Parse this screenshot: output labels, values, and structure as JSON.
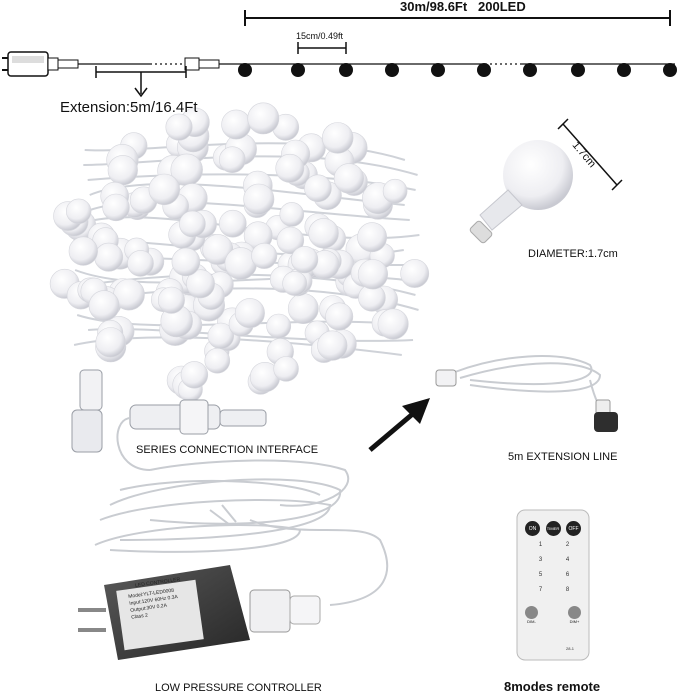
{
  "dimensions": {
    "total_length": "30m/98.6Ft",
    "led_count": "200LED",
    "spacing": "15cm/0.49ft",
    "extension": "Extension:5m/16.4Ft",
    "bulb_size": "1.7cm"
  },
  "captions": {
    "diameter": "DIAMETER:1.7cm",
    "series_connection": "SERIES CONNECTION INTERFACE",
    "extension_line": "5m EXTENSION LINE",
    "controller": "LOW PRESSURE CONTROLLER",
    "remote": "8modes remote"
  },
  "remote": {
    "top_buttons": [
      "ON",
      "TIMER",
      "OFF"
    ],
    "mode_buttons": [
      "1",
      "2",
      "3",
      "4",
      "5",
      "6",
      "7",
      "8"
    ],
    "dim_minus": "DIM-",
    "dim_plus": "DIM+",
    "model": "28-1"
  },
  "controller_label": {
    "brand": "LED CONTROLLER",
    "lines": [
      "Model:YLT-LED0008",
      "Input:120V 60Hz 0.3A",
      "Output:30V 0.2A",
      "Class 2"
    ]
  },
  "colors": {
    "line": "#111111",
    "bulb_dark": "#111111",
    "bulb_white": "#f4f4f6",
    "wire": "#c9ccd1",
    "controller": "#3a3a3a",
    "remote_body": "#f0f0f0"
  }
}
